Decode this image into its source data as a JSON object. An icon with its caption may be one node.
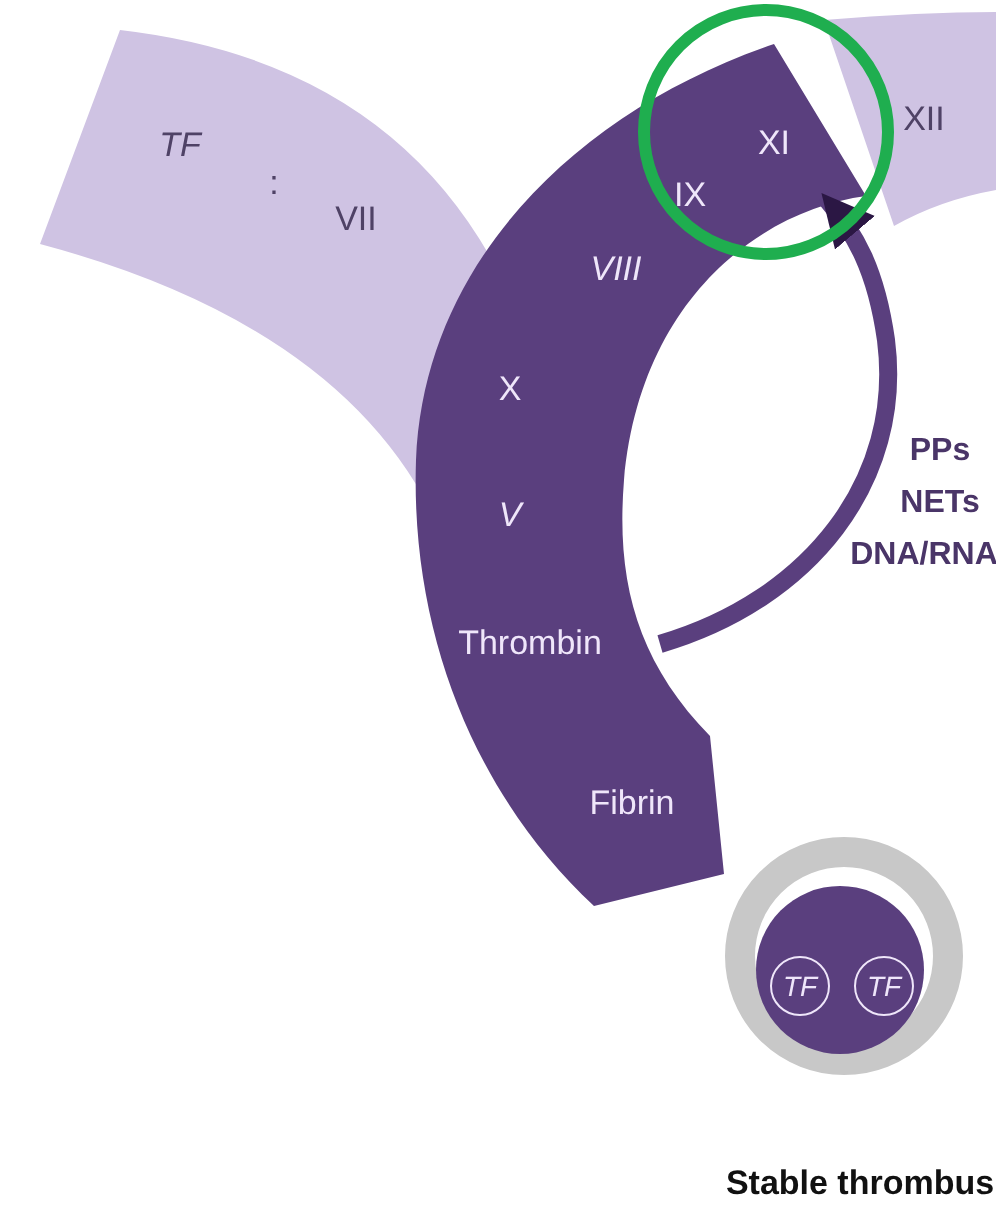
{
  "diagram": {
    "nodes": [
      {
        "text": [
          "TF",
          ":",
          "VII"
        ]
      },
      {
        "text": [],
        "shape": "band"
      },
      {
        "text": [
          "XII"
        ]
      },
      {
        "text": [
          "XI"
        ],
        "in": 1
      },
      {
        "text": [
          "IX"
        ],
        "in": 1
      },
      {
        "text": [
          "VIII"
        ],
        "in": 1
      },
      {
        "text": [
          "X"
        ],
        "in": 1
      },
      {
        "text": [
          "V"
        ],
        "in": 1
      },
      {
        "text": [
          "Thrombin"
        ],
        "in": 1
      },
      {
        "text": [
          "Fibrin"
        ],
        "in": 1
      },
      {
        "text": [],
        "shape": "circle",
        "beside": [
          "Stable thrombus"
        ]
      },
      {
        "text": [
          "TF"
        ],
        "in": 10
      },
      {
        "text": [
          "TF"
        ],
        "in": 10
      }
    ],
    "edges": [
      {
        "from": 8,
        "to": 3,
        "arrow": "to"
      }
    ],
    "labels": [
      "PPs",
      "NETs",
      "DNA/RNA"
    ]
  }
}
